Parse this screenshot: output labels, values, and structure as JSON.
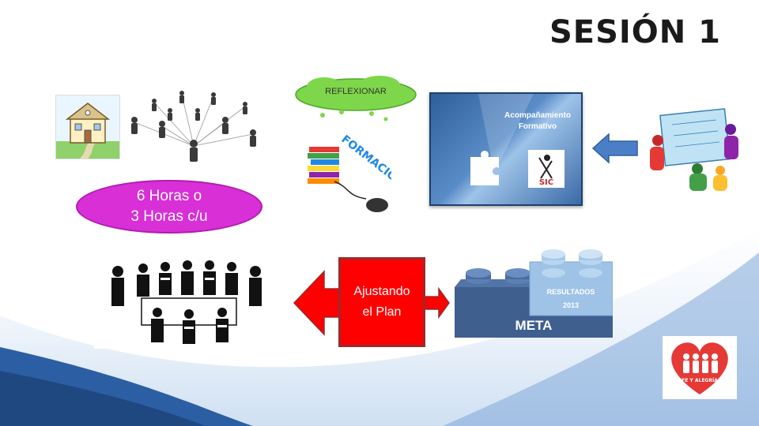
{
  "slide": {
    "title": "SESIÓN 1",
    "hours": {
      "line1": "6 Horas o",
      "line2": "3 Horas c/u"
    },
    "cloud_label": "REFLEXIONAR",
    "formacion_text": "FORMACIÓN",
    "acomp": {
      "line1": "Acompañamiento",
      "line2": "Formativo"
    },
    "sic_text": "SIC",
    "plan": {
      "line1": "Ajustando",
      "line2": "el Plan"
    },
    "meta_label": "META",
    "resultados": {
      "line1": "RESULTADOS",
      "line2": "2013"
    },
    "logo_text": "FE Y ALEGRÍA"
  },
  "colors": {
    "bubble": "#d82fd6",
    "plan_red": "#ff0000",
    "lego_dark": "#3f5f8f",
    "lego_light": "#9ec3e6",
    "wave_blue": "#2b5ea3",
    "cloud_green": "#7ed64a",
    "arrow_blue": "#4a7fc8"
  }
}
